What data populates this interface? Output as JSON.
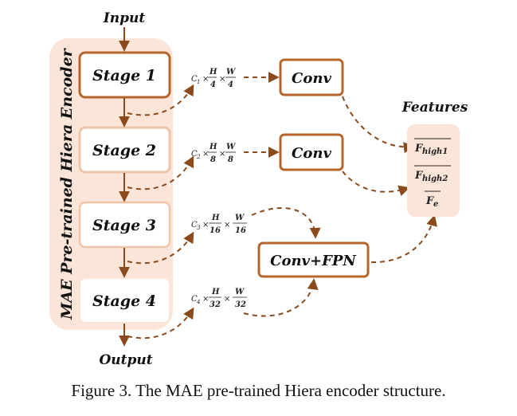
{
  "colors": {
    "accent": "#b5652a",
    "panel_fill": "#fbe4d8",
    "light_border": "#f0c4a6",
    "arrow": "#8a4a1c"
  },
  "labels": {
    "input": "Input",
    "output": "Output",
    "encoder": "MAE Pre-trained Hiera Encoder",
    "features": "Features"
  },
  "stages": [
    {
      "label": "Stage 1",
      "scale": "4",
      "ch": "1"
    },
    {
      "label": "Stage 2",
      "scale": "8",
      "ch": "2"
    },
    {
      "label": "Stage 3",
      "scale": "16",
      "ch": "3"
    },
    {
      "label": "Stage 4",
      "scale": "32",
      "ch": "4"
    }
  ],
  "heads": [
    {
      "label": "Conv"
    },
    {
      "label": "Conv"
    },
    {
      "label": "Conv+FPN"
    }
  ],
  "features": [
    {
      "base": "F",
      "sub": "high1"
    },
    {
      "base": "F",
      "sub": "high2"
    },
    {
      "base": "F",
      "sub": "e"
    }
  ],
  "caption": "Figure 3. The MAE pre-trained Hiera encoder structure."
}
